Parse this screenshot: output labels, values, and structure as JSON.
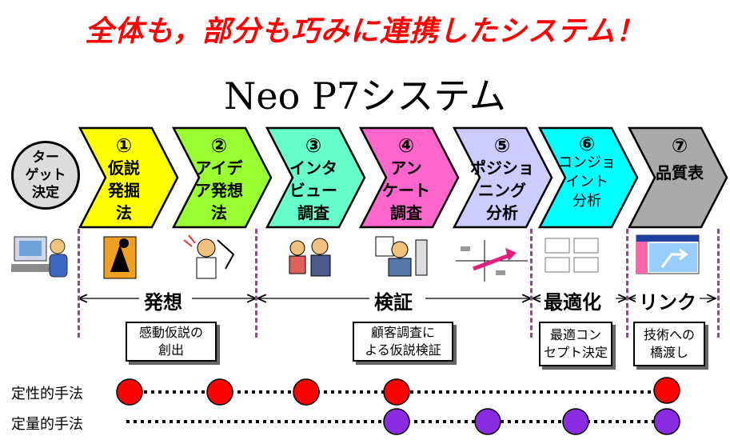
{
  "headline": "全体も，部分も巧みに連携したシステム！",
  "title_latin": "Neo P7",
  "title_jp": "システム",
  "start_node": "ター\nゲット\n決定",
  "steps": [
    {
      "num": "①",
      "lines": [
        "仮説",
        "発掘",
        "法"
      ],
      "color": "#ffff00"
    },
    {
      "num": "②",
      "lines": [
        "アイデ",
        "ア発想",
        "法"
      ],
      "color": "#99ff33"
    },
    {
      "num": "③",
      "lines": [
        "インタ",
        "ビュー",
        "調査"
      ],
      "color": "#66ffcc"
    },
    {
      "num": "④",
      "lines": [
        "アン",
        "ケート",
        "調査"
      ],
      "color": "#ff66cc"
    },
    {
      "num": "⑤",
      "lines": [
        "ポジショ",
        "ニング",
        "分析"
      ],
      "color": "#ccccff"
    },
    {
      "num": "⑥",
      "lines": [
        "コンジョ",
        "イント",
        "分析"
      ],
      "color": "#00ffff"
    },
    {
      "num": "⑦",
      "lines": [
        "品質表"
      ],
      "color": "#aaaaaa"
    }
  ],
  "phases": {
    "hassou": "発想",
    "kensho": "検証",
    "saiteki": "最適化",
    "link": "リンク"
  },
  "boxes": {
    "b1": "感動仮説の\n創出",
    "b2": "顧客調査に\nよる仮説検証",
    "b3": "最適コン\nセプト決定",
    "b4": "技術への\n橋渡し"
  },
  "rows": {
    "qualitative": "定性的手法",
    "quantitative": "定量的手法"
  },
  "colors": {
    "qual_dot": "#ff0000",
    "quant_dot": "#8a2be2",
    "dash": "#a0409a"
  }
}
